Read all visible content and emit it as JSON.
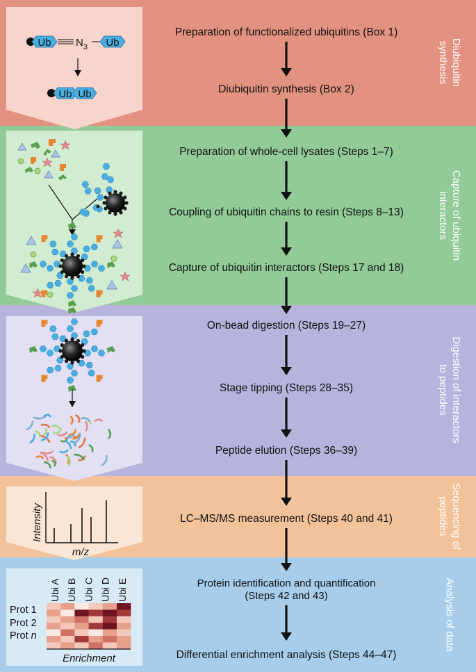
{
  "sections": [
    {
      "id": "diubiquitin-synthesis",
      "color": "#e39180",
      "panel_color": "#f7d4cc",
      "side_label": [
        "Diubiquitin",
        "synthesis"
      ],
      "steps": [
        "Preparation of functionalized ubiquitins (Box 1)",
        "Diubiquitin synthesis (Box 2)"
      ]
    },
    {
      "id": "capture-of-ubiquitin-interactors",
      "color": "#92cb98",
      "panel_color": "#d2ecd1",
      "side_label": [
        "Capture of ubiquitin",
        "interactors"
      ],
      "steps": [
        "Preparation of whole-cell lysates (Steps 1–7)",
        "Coupling of ubiquitin chains to resin (Steps 8–13)",
        "Capture of ubiquitin interactors (Steps 17 and 18)"
      ]
    },
    {
      "id": "digestion-of-interactors",
      "color": "#b6b3dc",
      "panel_color": "#e2e0f2",
      "side_label": [
        "Digestion of interactors",
        "to peptides"
      ],
      "steps": [
        "On-bead digestion (Steps 19–27)",
        "Stage tipping (Steps 28–35)",
        "Peptide elution (Steps 36–39)"
      ]
    },
    {
      "id": "sequencing-of-peptides",
      "color": "#f2c29b",
      "panel_color": "#fbe6d5",
      "side_label": [
        "Sequencing of",
        "peptides"
      ],
      "steps": [
        "LC–MS/MS measurement (Steps 40 and 41)"
      ]
    },
    {
      "id": "analysis-of-data",
      "color": "#a7cdeb",
      "panel_color": "#d9eaf7",
      "side_label": [
        "Analysis of data"
      ],
      "steps": [
        "Protein identification and quantification",
        "(Steps 42 and 43)",
        "Differential enrichment analysis (Steps 44–47)"
      ]
    }
  ],
  "synthesis_panel": {
    "ub_label": "Ub",
    "azide_label": "N",
    "azide_subscript": "3"
  },
  "ms_panel": {
    "y_axis_label": "Intensity",
    "x_axis_label": "m/z"
  },
  "heatmap_panel": {
    "columns": [
      "Ubi A",
      "Ubi B",
      "Ubi C",
      "Ubi D",
      "Ubi E"
    ],
    "rows": [
      "Prot 1",
      "Prot 2",
      "Prot n"
    ],
    "row_n_prefix": "Prot ",
    "row_n_italic": "n",
    "axis_label": "Enrichment"
  },
  "colors": {
    "ubiquitin_blue": "#4aaee2",
    "bead_black": "#1a1a1a",
    "arrow": "#111111",
    "green_protein": "#5aa050",
    "orange_protein": "#e6862f",
    "triangle_blue": "#a9c6e8",
    "circle_green": "#a9d67d",
    "star_pink": "#e38c8f"
  }
}
